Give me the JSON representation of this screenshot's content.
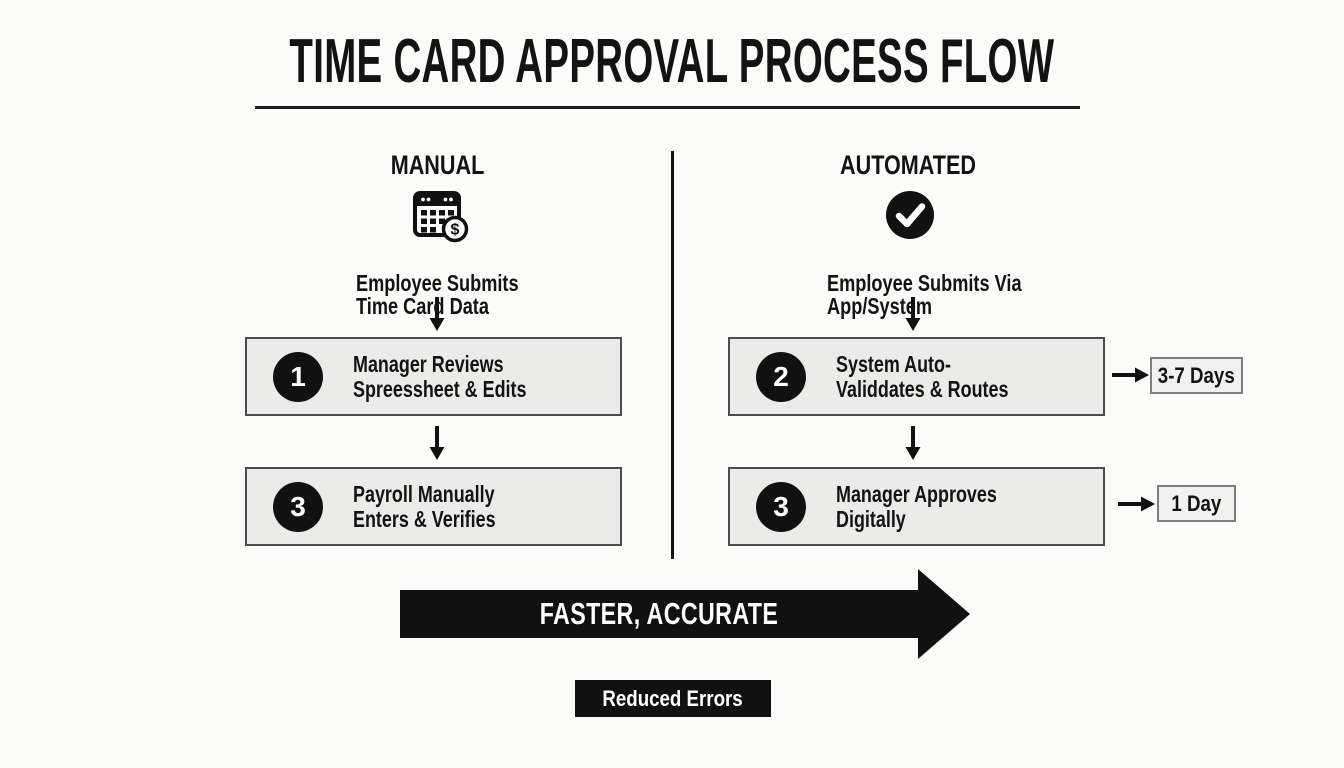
{
  "page": {
    "title": "TIME CARD APPROVAL PROCESS FLOW",
    "background_color": "#fbfbf9",
    "accent_color": "#111111",
    "box_fill_color": "#ebebe9"
  },
  "columns": {
    "manual": {
      "header": "MANUAL",
      "icon": "calendar-dollar-icon",
      "intro": "Employee Submits\nTime Card Data",
      "steps": [
        {
          "number": "1",
          "label": "Manager Reviews\nSpreessheet & Edits"
        },
        {
          "number": "3",
          "label": "Payroll Manually\nEnters & Verifies"
        }
      ]
    },
    "automated": {
      "header": "AUTOMATED",
      "icon": "check-circle-icon",
      "intro": "Employee Submits Via\nApp/System",
      "steps": [
        {
          "number": "2",
          "label": "System Auto-\nValiddates & Routes",
          "duration": "3-7 Days"
        },
        {
          "number": "3",
          "label": "Manager Approves\nDigitally",
          "duration": "1 Day"
        }
      ]
    }
  },
  "icons": {
    "dollar_symbol": "$"
  },
  "banner": {
    "label": "FASTER, ACCURATE"
  },
  "badge": {
    "label": "Reduced Errors"
  }
}
